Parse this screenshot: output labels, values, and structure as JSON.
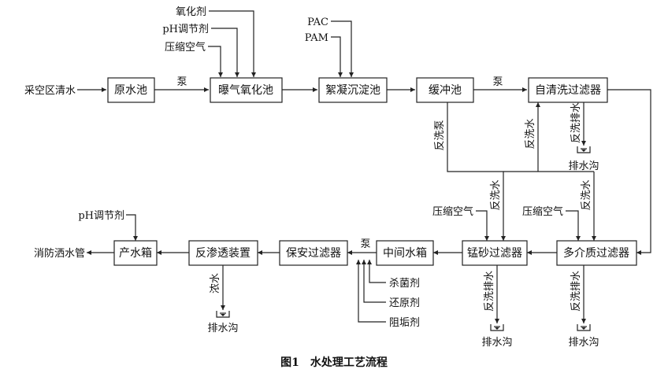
{
  "caption": "图1　水处理工艺流程",
  "boxes": {
    "raw_pool": "原水池",
    "aeration": "曝气氧化池",
    "coag": "絮凝沉淀池",
    "buffer": "缓冲池",
    "selfclean": "自清洗过滤器",
    "mn_filter": "锰砂过滤器",
    "multi_filter": "多介质过滤器",
    "mid_tank": "中间水箱",
    "security": "保安过滤器",
    "ro": "反渗透装置",
    "product": "产水箱"
  },
  "labels": {
    "source": "采空区清水",
    "pump1": "泵",
    "pump2": "泵",
    "pump3": "泵",
    "oxidant": "氧化剂",
    "ph1": "pH调节剂",
    "air1": "压缩空气",
    "pac": "PAC",
    "pam": "PAM",
    "backwash_pump": "反洗泵",
    "backwash_water1": "反洗水",
    "backwash_drain1": "反洗排水",
    "drain1": "排水沟",
    "backwash_water2": "反洗水",
    "backwash_water3": "反洗水",
    "air2": "压缩空气",
    "air3": "压缩空气",
    "ph2": "pH调节剂",
    "output": "消防洒水管",
    "conc": "浓水",
    "drain_ro": "排水沟",
    "bactericide": "杀菌剂",
    "reductant": "还原剂",
    "antiscalant": "阻垢剂",
    "backwash_drain2": "反洗排水",
    "drain2": "排水沟",
    "backwash_drain3": "反洗排水",
    "drain3": "排水沟"
  }
}
